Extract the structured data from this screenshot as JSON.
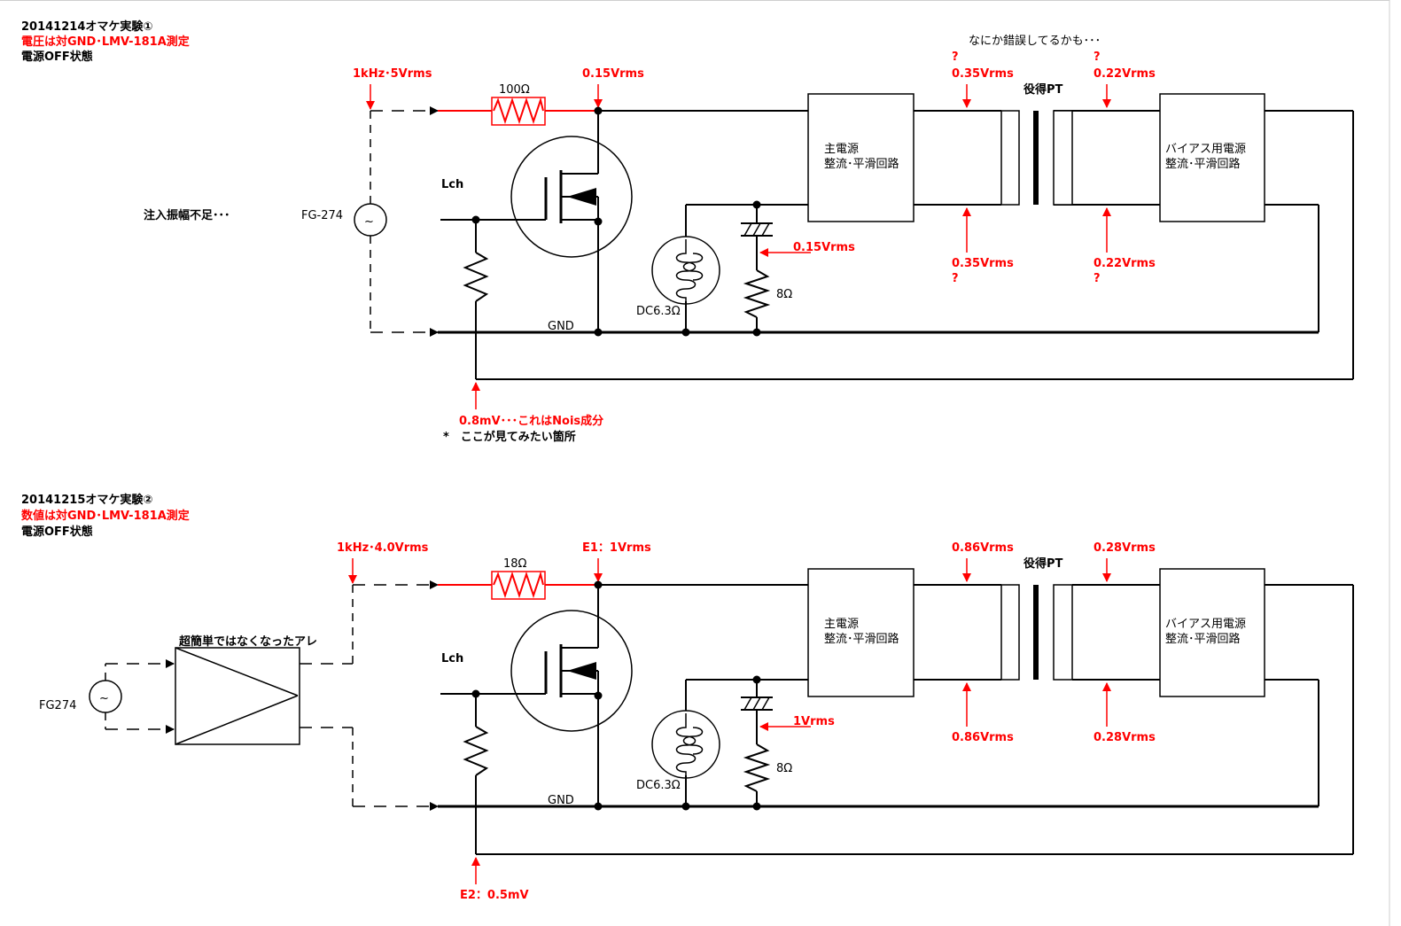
{
  "exp1": {
    "title": "20141214オマケ実験①",
    "subtitle": "電圧は対GND･LMV-181A測定",
    "state": "電源OFF状態",
    "note_top": "なにか錯誤してるかも･･･",
    "source_label": "FG-274",
    "insufficient": "注入振幅不足･･･",
    "in_level": "1kHz･5Vrms",
    "resistor": "100Ω",
    "drain_level": "0.15Vrms",
    "lch": "Lch",
    "gnd": "GND",
    "heater": "DC6.3Ω",
    "load": "8Ω",
    "load_level": "0.15Vrms",
    "main_psu": [
      "主電源",
      "整流･平滑回路"
    ],
    "bias_psu": [
      "バイアス用電源",
      "整流･平滑回路"
    ],
    "pt": "役得PT",
    "main_top": "0.35Vrms",
    "main_bot": "0.35Vrms",
    "bias_top": "0.22Vrms",
    "bias_bot": "0.22Vrms",
    "q": "?",
    "bottom_level": "0.8mV･･･これはNois成分",
    "bottom_note": "*　ここが見てみたい箇所"
  },
  "exp2": {
    "title": "20141215オマケ実験②",
    "subtitle": "数値は対GND･LMV-181A測定",
    "state": "電源OFF状態",
    "source_label": "FG274",
    "amp_label": "超簡単ではなくなったアレ",
    "in_level": "1kHz･4.0Vrms",
    "resistor": "18Ω",
    "drain_level": "E1：1Vrms",
    "lch": "Lch",
    "gnd": "GND",
    "heater": "DC6.3Ω",
    "load": "8Ω",
    "load_level": "1Vrms",
    "main_psu": [
      "主電源",
      "整流･平滑回路"
    ],
    "bias_psu": [
      "バイアス用電源",
      "整流･平滑回路"
    ],
    "pt": "役得PT",
    "main_top": "0.86Vrms",
    "main_bot": "0.86Vrms",
    "bias_top": "0.28Vrms",
    "bias_bot": "0.28Vrms",
    "bottom_level": "E2：0.5mV"
  },
  "colors": {
    "accent": "#ff0000",
    "ink": "#000000"
  }
}
